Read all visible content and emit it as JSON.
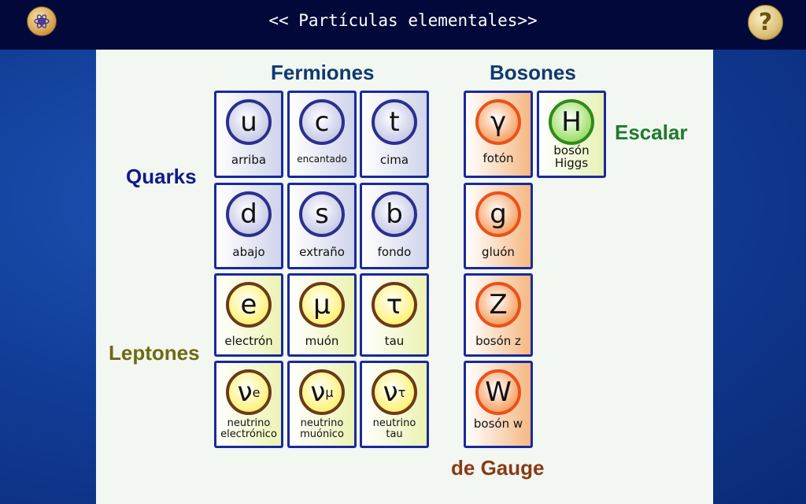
{
  "app": {
    "title": "<< Partículas elementales>>",
    "logo_icon": "atom-icon",
    "help_icon": "question-icon",
    "help_glyph": "?"
  },
  "headers": {
    "fermiones": "Fermiones",
    "bosones": "Bosones",
    "quarks": "Quarks",
    "leptones": "Leptones",
    "escalar": "Escalar",
    "gauge": "de Gauge"
  },
  "colors": {
    "fermiones": "#0e3a6e",
    "bosones": "#0e3a6e",
    "quarks": "#111a8a",
    "leptones": "#6e6a12",
    "escalar": "#1f7a2e",
    "gauge": "#8a3a12"
  },
  "particles": {
    "quarks": [
      {
        "symbol": "u",
        "name": "arriba"
      },
      {
        "symbol": "c",
        "name": "encantado"
      },
      {
        "symbol": "t",
        "name": "cima"
      },
      {
        "symbol": "d",
        "name": "abajo"
      },
      {
        "symbol": "s",
        "name": "extraño"
      },
      {
        "symbol": "b",
        "name": "fondo"
      }
    ],
    "leptons": [
      {
        "symbol": "e",
        "name": "electrón"
      },
      {
        "symbol": "μ",
        "name": "muón"
      },
      {
        "symbol": "τ",
        "name": "tau"
      },
      {
        "symbol": "ν",
        "sub": "e",
        "name1": "neutrino",
        "name2": "electrónico"
      },
      {
        "symbol": "ν",
        "sub": "μ",
        "name1": "neutrino",
        "name2": "muónico"
      },
      {
        "symbol": "ν",
        "sub": "τ",
        "name1": "neutrino",
        "name2": "tau"
      }
    ],
    "gauge": [
      {
        "symbol": "γ",
        "name": "fotón"
      },
      {
        "symbol": "g",
        "name": "gluón"
      },
      {
        "symbol": "Z",
        "name": "bosón z"
      },
      {
        "symbol": "W",
        "name": "bosón w"
      }
    ],
    "higgs": {
      "symbol": "H",
      "name1": "bosón",
      "name2": "Higgs"
    }
  }
}
